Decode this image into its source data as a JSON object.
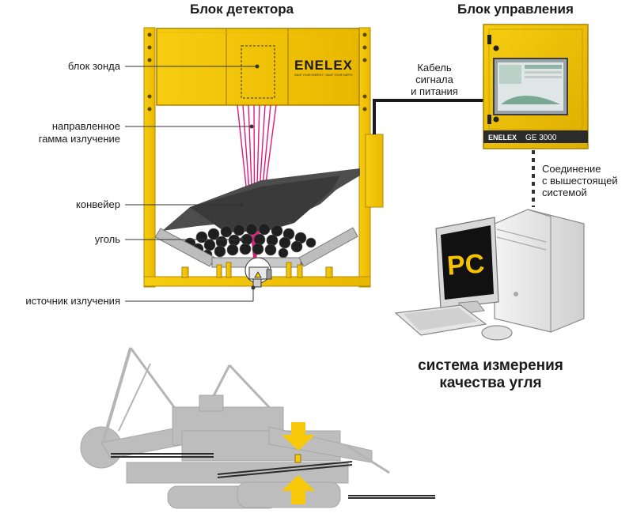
{
  "detector_unit": {
    "title": "Блок детектора",
    "brand": "ENELEX",
    "brand_tagline": "SAVE YOUR ENERGY / SAVE YOUR EARTH"
  },
  "control_unit": {
    "title": "Блок управления",
    "brand": "ENELEX",
    "model": "GE 3000"
  },
  "labels": {
    "probe_block": "блок зонда",
    "gamma_line1": "направленное",
    "gamma_line2": "гамма излучение",
    "conveyor": "конвейер",
    "coal": "уголь",
    "source": "источник  излучения",
    "cable_line1": "Кабель",
    "cable_line2": "сигнала",
    "cable_line3": "и питания",
    "link_line1": "Соединение",
    "link_line2": "с вышестоящей",
    "link_line3": "системой"
  },
  "pc": {
    "screen_text": "PC"
  },
  "caption": {
    "line1": "система измерения",
    "line2": "качества угля"
  },
  "colors": {
    "frame_yellow": "#f5c400",
    "frame_shade": "#d8a900",
    "beam": "#e0197d",
    "coal_dark": "#2b2b2b",
    "belt_gray": "#4a4a4a",
    "excavator_gray": "#bdbdbd",
    "arrow_yellow": "#f7c90a"
  },
  "icons": [
    "radiation-source-icon",
    "arrow-down-icon",
    "arrow-up-icon"
  ]
}
